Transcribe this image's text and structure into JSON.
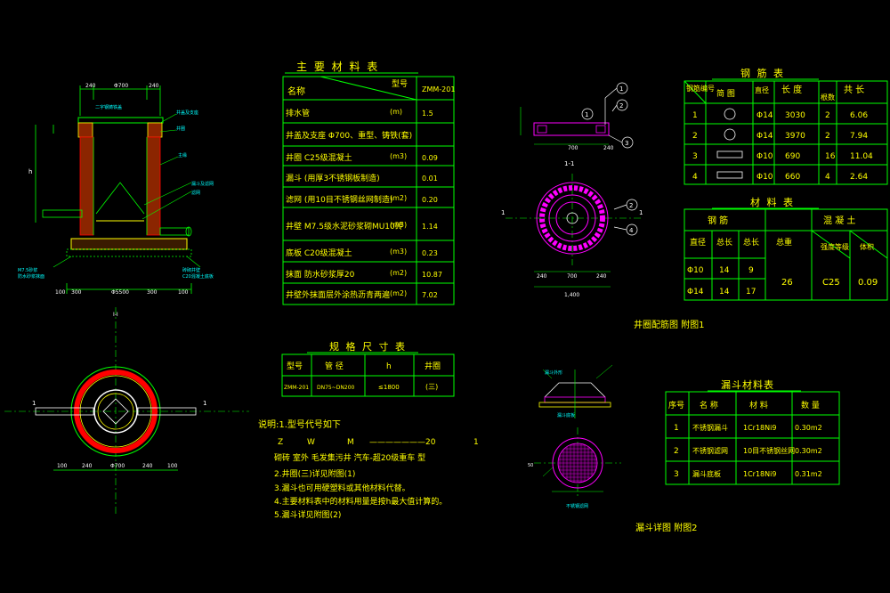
{
  "colors": {
    "background": "#000000",
    "green": "#00ff00",
    "yellow": "#ffff00",
    "white": "#ffffff",
    "cyan": "#00ffff",
    "magenta": "#ff00ff",
    "red": "#ff0000",
    "brown": "#8b2500"
  },
  "main_materials": {
    "title": "主 要 材 料 表",
    "col1": "名称",
    "col2_label": "型号",
    "col2_value": "ZMM-201",
    "rows": [
      {
        "name": "排水管",
        "unit": "(m)",
        "value": "1.5"
      },
      {
        "name": "井盖及支座 Φ700、重型、铸铁(套)",
        "unit": "",
        "value": ""
      },
      {
        "name": "井圈  C25级混凝土",
        "unit": "(m3)",
        "value": "0.09"
      },
      {
        "name": "漏斗  (用厚3不锈钢板制造)",
        "unit": "",
        "value": "0.01"
      },
      {
        "name": "滤网  (用10目不锈钢丝网制造)",
        "unit": "(m2)",
        "value": "0.20"
      },
      {
        "name": "井壁  M7.5级水泥砂浆砌MU10砖",
        "unit": "(m3)",
        "value": "1.14"
      },
      {
        "name": "底板  C20级混凝土",
        "unit": "(m3)",
        "value": "0.23"
      },
      {
        "name": "抹面  防水砂浆厚20",
        "unit": "(m2)",
        "value": "10.87"
      },
      {
        "name": "井壁外抹面层外涂热沥青两遍",
        "unit": "(m2)",
        "value": "7.02"
      }
    ]
  },
  "rebar_table": {
    "title": "钢  筋  表",
    "headers": [
      "钢筋编号",
      "简  图",
      "直径",
      "长  度",
      "根数",
      "共  长"
    ],
    "rows": [
      {
        "no": "1",
        "shape": "ring",
        "dia": "Φ14",
        "len": "3030",
        "count": "2",
        "total": "6.06"
      },
      {
        "no": "2",
        "shape": "ring",
        "dia": "Φ14",
        "len": "3970",
        "count": "2",
        "total": "7.94"
      },
      {
        "no": "3",
        "shape": "bar",
        "dia": "Φ10",
        "len": "690",
        "count": "16",
        "total": "11.04"
      },
      {
        "no": "4",
        "shape": "hook",
        "dia": "Φ10",
        "len": "660",
        "count": "4",
        "total": "2.64"
      }
    ]
  },
  "material_table": {
    "title": "材  料  表",
    "group_steel": "钢        筋",
    "group_concrete": "混  凝  土",
    "headers": [
      "直径",
      "总长",
      "总长",
      "总重",
      "强度等级",
      "体积"
    ],
    "rows": [
      {
        "dia": "Φ10",
        "len": "14",
        "len2": "9"
      },
      {
        "dia": "Φ14",
        "len": "14",
        "len2": "17"
      }
    ],
    "weight": "26",
    "grade": "C25",
    "volume": "0.09"
  },
  "spec_table": {
    "title": "规 格 尺 寸 表",
    "headers": [
      "型号",
      "管 径",
      "h",
      "井圈"
    ],
    "row": [
      "ZMM-201",
      "DN75~DN200",
      "≤1800",
      "(三)"
    ]
  },
  "funnel_table": {
    "title": "漏斗材料表",
    "headers": [
      "序号",
      "名 称",
      "材  料",
      "数  量"
    ],
    "rows": [
      [
        "1",
        "不锈钢漏斗",
        "1Cr18Ni9",
        "0.30m2"
      ],
      [
        "2",
        "不锈钢滤网",
        "10目不锈钢丝网",
        "0.30m2"
      ],
      [
        "3",
        "漏斗底板",
        "1Cr18Ni9",
        "0.31m2"
      ]
    ]
  },
  "notes": {
    "heading": "说明:1.型号代号如下",
    "code_letters": [
      "Z",
      "W",
      "M",
      "———————",
      "20",
      "1"
    ],
    "code_meanings": "砌砖  室外  毛发集污井  汽车-超20级重车 型",
    "lines": [
      "2.井圈(三)详见附图(1)",
      "3.漏斗也可用硬塑料或其他材料代替。",
      "4.主要材料表中的材料用量是按h最大值计算的。",
      "5.漏斗详见附图(2)"
    ]
  },
  "captions": {
    "fig1": "井圈配筋图  附图1",
    "fig2": "漏斗详图  附图2",
    "section_mark": "1-1",
    "section_left": "1",
    "section_right": "1",
    "center_mark": "I-I"
  },
  "dimensions": {
    "top": [
      "240",
      "Φ700",
      "240"
    ],
    "bottom": [
      "100",
      "300",
      "Φ5500",
      "300",
      "100"
    ],
    "plan_bottom": [
      "100",
      "240",
      "Φ700",
      "240",
      "100"
    ],
    "ring_top": [
      "700",
      "240"
    ],
    "ring_bottom": [
      "240",
      "700",
      "240"
    ],
    "ring_total": "1,400",
    "h": "h",
    "d1": "50",
    "d2": "300"
  },
  "callouts": {
    "cover": "二字钢铸铁盖",
    "sump": "井盖及支座",
    "ring": "井圈",
    "leader1": "主缘",
    "funnel": "漏斗及滤网",
    "screen": "滤网",
    "floor_left": "M7.5砂浆",
    "floor_left2": "防水砂浆抹面",
    "floor_right": "砖砌井壁",
    "floor_right2": "C20混凝土底板",
    "funnel_top": "漏斗外形",
    "funnel_plate": "漏斗底板",
    "grid": "不锈钢滤网"
  },
  "bubbles": [
    "1",
    "2",
    "3",
    "4"
  ]
}
